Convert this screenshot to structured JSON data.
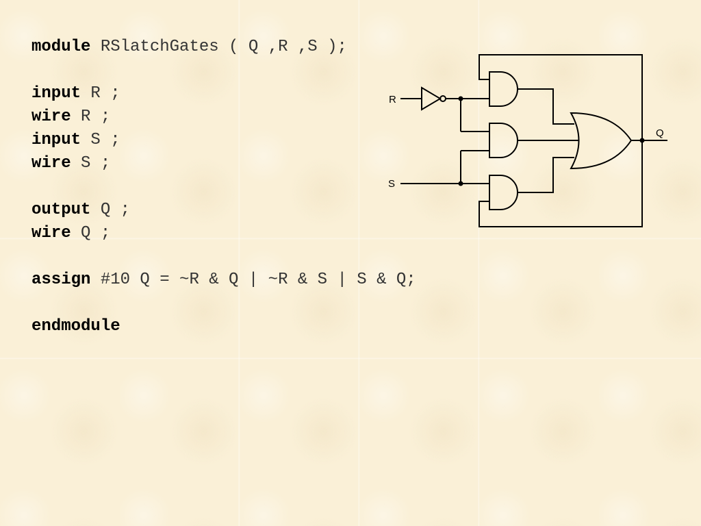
{
  "code": {
    "l1_kw": "module",
    "l1_rest": " RSlatchGates ( Q ,R ,S );",
    "l2_kw": "input",
    "l2_rest": " R ;",
    "l3_kw": "wire",
    "l3_rest": " R ;",
    "l4_kw": "input",
    "l4_rest": " S ;",
    "l5_kw": "wire",
    "l5_rest": " S ;",
    "l6_kw": "output",
    "l6_rest": " Q ;",
    "l7_kw": "wire",
    "l7_rest": " Q ;",
    "l8_kw": "assign",
    "l8_rest": " #10 Q = ~R & Q | ~R & S | S & Q;",
    "l9_kw": "endmodule"
  },
  "circuit": {
    "label_r": "R",
    "label_s": "S",
    "label_q": "Q"
  }
}
